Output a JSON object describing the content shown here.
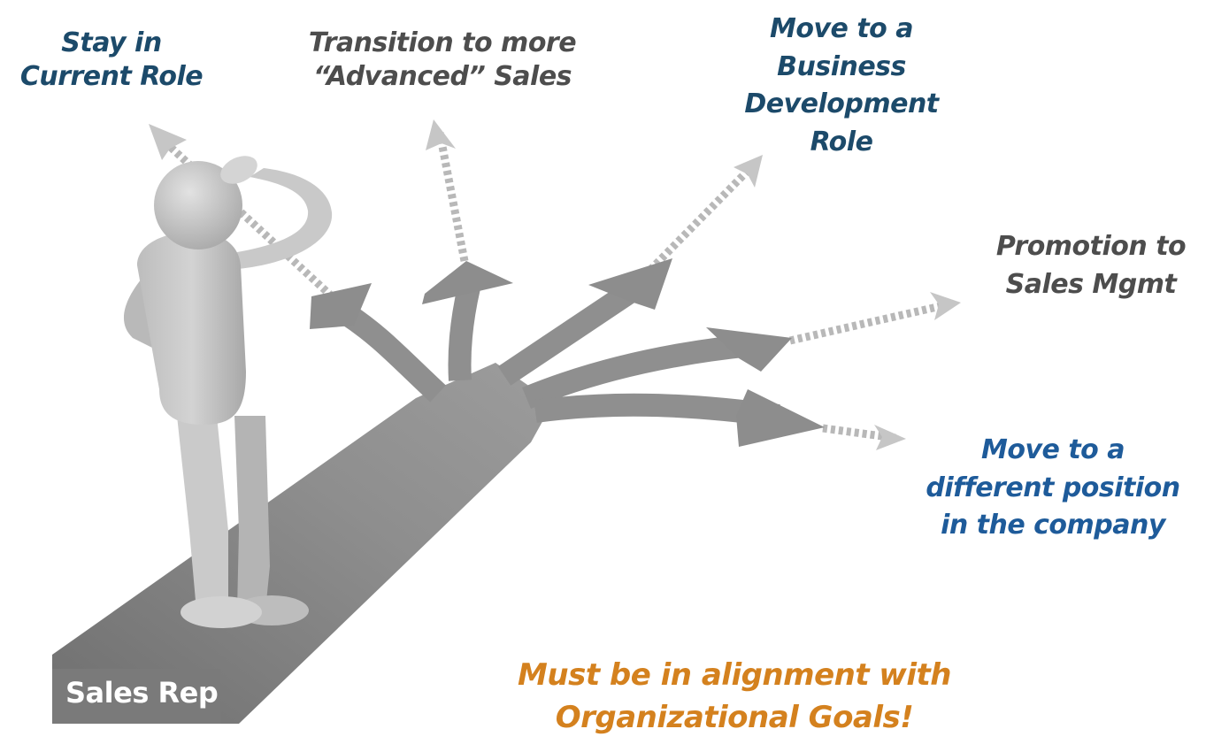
{
  "colors": {
    "navy": "#1c4a6a",
    "dark_gray": "#4d4d4d",
    "blue": "#1e5b9a",
    "orange": "#d4811e",
    "road_gray": "#8c8c8c",
    "figure_gray": "#c4c4c4",
    "dotted_gray": "#b5b5b5",
    "rep_box_gray": "#7a7a7a"
  },
  "labels": {
    "stay": [
      "Stay in",
      "Current Role"
    ],
    "advanced": [
      "Transition to more",
      "“Advanced” Sales"
    ],
    "bizdev": [
      "Move to a",
      "Business",
      "Development",
      "Role"
    ],
    "promotion": [
      "Promotion to",
      "Sales Mgmt"
    ],
    "different": [
      "Move to a",
      "different position",
      "in the company"
    ],
    "alignment": [
      "Must be in alignment with",
      "Organizational Goals!"
    ]
  },
  "sales_rep": "Sales Rep",
  "icons": {
    "figure": "thinking-person-icon",
    "road": "branching-road-icon"
  }
}
